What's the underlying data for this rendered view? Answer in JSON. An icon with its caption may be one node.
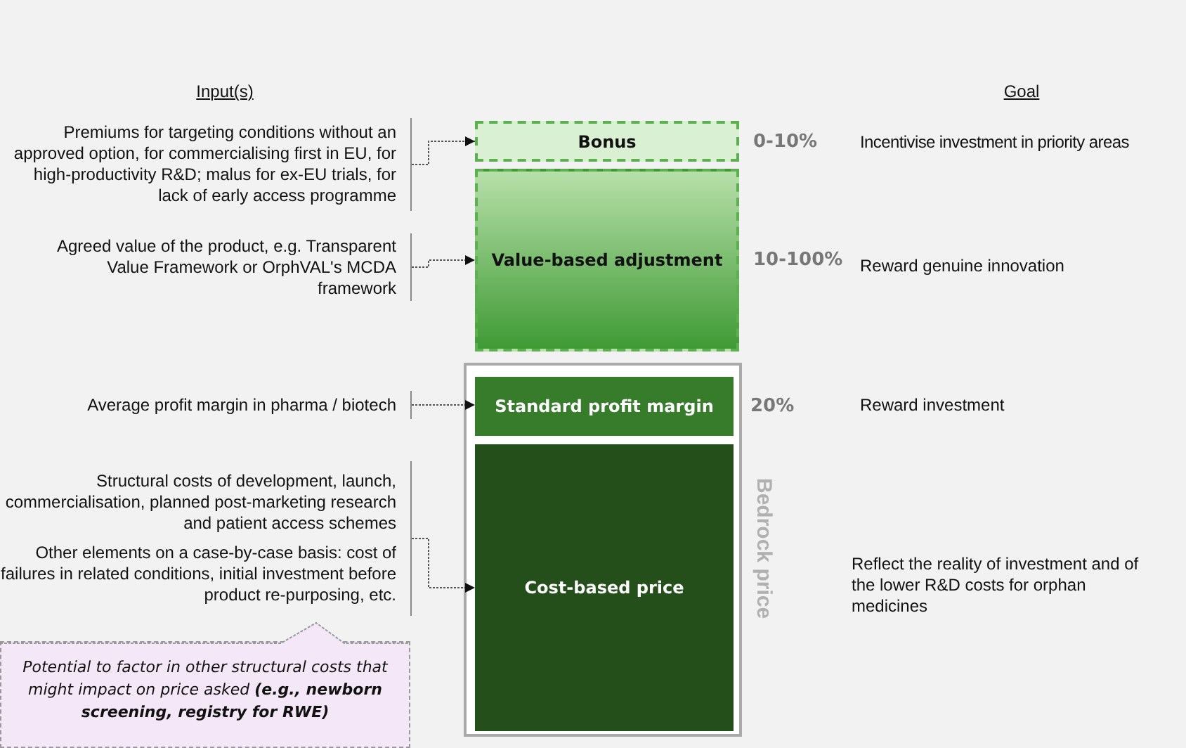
{
  "diagram": {
    "nodes": [
      {
        "text": [
          "Bedrock price"
        ]
      },
      {
        "text": [
          "Bonus"
        ],
        "beside": [
          "0-10%"
        ]
      },
      {
        "text": [
          "Value-based adjustment"
        ],
        "beside": [
          "10-100%"
        ]
      },
      {
        "text": [
          "Standard profit margin"
        ],
        "in": 0,
        "beside": [
          "20%"
        ]
      },
      {
        "text": [
          "Cost-based price"
        ],
        "in": 0
      },
      {
        "text": [
          "Premiums for targeting conditions without an approved option, for commercialising first in EU, for high-productivity R&D; malus for ex-EU trials, for lack of early access programme"
        ]
      },
      {
        "text": [
          "Agreed value of the product, e.g. Transparent Value Framework or OrphVAL's MCDA framework"
        ]
      },
      {
        "text": [
          "Average profit margin in pharma / biotech"
        ]
      },
      {
        "text": [
          "Structural costs of development, launch, commercialisation, planned post-marketing research and patient access schemes",
          "Other elements on a case-by-case basis: cost of failures in related conditions, initial investment before product re-purposing, etc."
        ]
      },
      {
        "text": [
          "Potential to factor in other structural costs that might impact on price asked **(e.g., newborn screening, registry for RWE)**"
        ]
      }
    ],
    "edges": [
      {
        "from": 5,
        "to": 1,
        "arrow": "to"
      },
      {
        "from": 6,
        "to": 2,
        "arrow": "to"
      },
      {
        "from": 7,
        "to": 3,
        "arrow": "to"
      },
      {
        "from": 8,
        "to": 4,
        "arrow": "to"
      }
    ],
    "labels": [
      "Input(s)",
      "Goal",
      "Incentivise investment in priority areas",
      "Reward genuine innovation",
      "Reward investment",
      "Reflect the reality of investment and of the lower R&D costs for orphan medicines"
    ]
  }
}
